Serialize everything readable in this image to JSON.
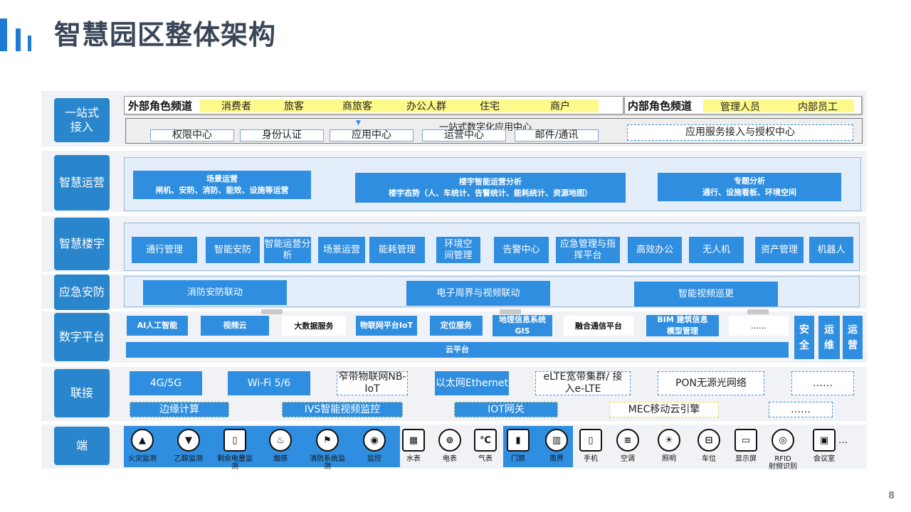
{
  "title": "智慧园区整体架构",
  "page_number": "8",
  "rows": {
    "access": "一站式\n接入",
    "ops": "智慧运营",
    "building": "智慧楼宇",
    "emergency": "应急安防",
    "digital": "数字平台",
    "connect": "联接",
    "terminal": "端"
  },
  "access": {
    "external_label": "外部角色频道",
    "external_items": [
      "消费者",
      "旅客",
      "商旅客",
      "办公人群",
      "住宅",
      "商户"
    ],
    "internal_label": "内部角色频道",
    "internal_items": [
      "管理人员",
      "内部员工"
    ],
    "center_title": "一站式数字化应用中心",
    "center_items": [
      "权限中心",
      "身份认证",
      "应用中心",
      "运营中心",
      "邮件/通讯"
    ],
    "auth_center": "应用服务接入与授权中心"
  },
  "ops": [
    {
      "title": "场景运营",
      "desc": "闸机、安防、消防、能效、设施等运营"
    },
    {
      "title": "楼宇智能运营分析",
      "desc": "楼宇态势（人、车统计、告警统计、能耗统计、资源地图）"
    },
    {
      "title": "专题分析",
      "desc": "通行、设施看板、环境空间"
    }
  ],
  "building": [
    "通行管理",
    "智能安防",
    "智能运营分析",
    "场景运营",
    "能耗管理",
    "环境空间管理",
    "告警中心",
    "应急管理与指挥平台",
    "高效办公",
    "无人机",
    "资产管理",
    "机器人"
  ],
  "emergency": [
    "消防安防联动",
    "电子周界与视频联动",
    "智能视频巡更"
  ],
  "digital": {
    "services": [
      "AI人工智能",
      "视频云",
      "大数据服务",
      "物联网平台IoT",
      "定位服务",
      "地理信息系统GIS",
      "融合通信平台",
      "BIM 建筑信息模型管理",
      "……"
    ],
    "cloud": "云平台",
    "side": [
      "安全",
      "运维",
      "运营"
    ]
  },
  "connect": {
    "row1": [
      "4G/5G",
      "Wi-Fi 5/6",
      "窄带物联网NB-IoT",
      "以太网Ethernet",
      "eLTE宽带集群/ 接入e-LTE",
      "PON无源光网络",
      "……"
    ],
    "row2": [
      "边缘计算",
      "IVS智能视频监控",
      "IOT网关",
      "MEC移动云引擎",
      "……"
    ]
  },
  "terminals": [
    {
      "label": "火灾监测",
      "icon": "fire-alarm-icon",
      "glyph": "▲"
    },
    {
      "label": "乙醇监测",
      "icon": "alcohol-sensor-icon",
      "glyph": "▼"
    },
    {
      "label": "剩余电量监测",
      "icon": "power-meter-icon",
      "glyph": "▯"
    },
    {
      "label": "烟感",
      "icon": "smoke-detector-icon",
      "glyph": "♨"
    },
    {
      "label": "消防系统监测",
      "icon": "fire-extinguisher-icon",
      "glyph": "⚑"
    },
    {
      "label": "监控",
      "icon": "camera-icon",
      "glyph": "◉"
    },
    {
      "label": "水表",
      "icon": "water-meter-icon",
      "glyph": "▦"
    },
    {
      "label": "电表",
      "icon": "electric-meter-icon",
      "glyph": "⊚"
    },
    {
      "label": "气表",
      "icon": "thermometer-icon",
      "glyph": "℃"
    },
    {
      "label": "门禁",
      "icon": "access-control-icon",
      "glyph": "▮"
    },
    {
      "label": "周界",
      "icon": "perimeter-icon",
      "glyph": "▥"
    },
    {
      "label": "手机",
      "icon": "phone-icon",
      "glyph": "▯"
    },
    {
      "label": "空调",
      "icon": "air-conditioner-icon",
      "glyph": "≡"
    },
    {
      "label": "照明",
      "icon": "lighting-icon",
      "glyph": "☀"
    },
    {
      "label": "车位",
      "icon": "parking-icon",
      "glyph": "⊟"
    },
    {
      "label": "显示屏",
      "icon": "display-icon",
      "glyph": "▭"
    },
    {
      "label": "RFID\n射频识别",
      "icon": "rfid-icon",
      "glyph": "◎"
    },
    {
      "label": "会议室",
      "icon": "meeting-room-icon",
      "glyph": "▣"
    }
  ],
  "terminal_more": "…"
}
